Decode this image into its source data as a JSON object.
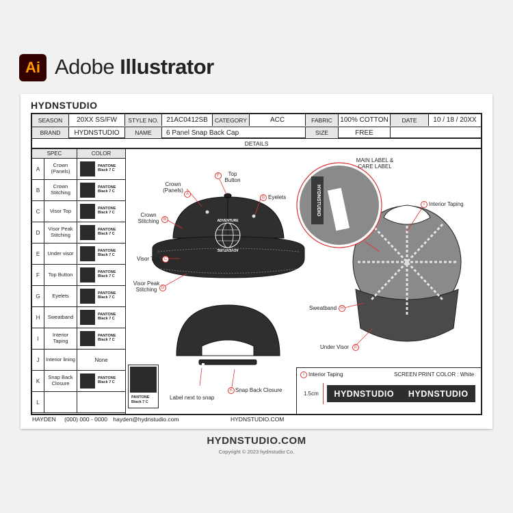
{
  "app": {
    "logo": "Ai",
    "name_light": "Adobe ",
    "name_bold": "Illustrator"
  },
  "sheet": {
    "brand": "HYDNSTUDIO",
    "header": {
      "season_label": "SEASON",
      "season": "20XX SS/FW",
      "style_label": "STYLE NO.",
      "style": "21AC0412SB",
      "category_label": "CATEGORY",
      "category": "ACC",
      "fabric_label": "FABRIC",
      "fabric": "100% COTTON",
      "date_label": "DATE",
      "date": "10 / 18 / 20XX",
      "brand_label": "BRAND",
      "brand": "HYDNSTUDIO",
      "name_label": "NAME",
      "name": "6 Panel Snap Back Cap",
      "size_label": "SIZE",
      "size": "FREE"
    },
    "details_label": "DETAILS",
    "spec_header": "SPEC",
    "color_header": "COLOR",
    "specs": [
      {
        "letter": "A",
        "name": "Crown (Panels)",
        "pantone": "PANTONE",
        "color": "Black 7 C"
      },
      {
        "letter": "B",
        "name": "Crown Stitching",
        "pantone": "PANTONE",
        "color": "Black 7 C"
      },
      {
        "letter": "C",
        "name": "Visor Top",
        "pantone": "PANTONE",
        "color": "Black 7 C"
      },
      {
        "letter": "D",
        "name": "Visor Peak Stitching",
        "pantone": "PANTONE",
        "color": "Black 7 C"
      },
      {
        "letter": "E",
        "name": "Under visor",
        "pantone": "PANTONE",
        "color": "Black 7 C"
      },
      {
        "letter": "F",
        "name": "Top Button",
        "pantone": "PANTONE",
        "color": "Black 7 C"
      },
      {
        "letter": "G",
        "name": "Eyelets",
        "pantone": "PANTONE",
        "color": "Black 7 C"
      },
      {
        "letter": "H",
        "name": "Sweatband",
        "pantone": "PANTONE",
        "color": "Black 7 C"
      },
      {
        "letter": "I",
        "name": "Interior Taping",
        "pantone": "PANTONE",
        "color": "Black 7 C"
      },
      {
        "letter": "J",
        "name": "Interior lining",
        "none": "None"
      },
      {
        "letter": "K",
        "name": "Snap Back Closure",
        "pantone": "PANTONE",
        "color": "Black 7 C"
      },
      {
        "letter": "L",
        "name": ""
      }
    ],
    "big_swatch": {
      "pantone": "PANTONE",
      "color": "Black 7 C"
    },
    "callouts": {
      "crown": "Crown (Panels)",
      "top_button": "Top Button",
      "eyelets": "Eyelets",
      "crown_stitching": "Crown Stitching",
      "visor_top": "Visor Top",
      "visor_peak": "Visor Peak Stitching",
      "label_snap": "Label next to snap",
      "snap_closure": "Snap Back Closure",
      "main_label": "MAIN LABEL & CARE LABEL",
      "interior_taping": "Interior Taping",
      "sweatband": "Sweatband",
      "under_visor": "Under Visor"
    },
    "letters": {
      "A": "A",
      "B": "B",
      "C": "C",
      "D": "D",
      "E": "E",
      "F": "F",
      "G": "G",
      "H": "H",
      "I": "I",
      "K": "K"
    },
    "cap_print": {
      "front_top": "ADVENTURE",
      "front_bottom": "ADVENTURE",
      "back": "ADVENTURE",
      "label": "HYDNSTUDIO"
    },
    "tape": {
      "title": "Interior Taping",
      "print": "SCREEN PRINT COLOR : White",
      "width": "1.5cm",
      "text1": "HYDNSTUDIO",
      "text2": "HYDNSTUDIO"
    },
    "footer": {
      "name": "HAYDEN",
      "phone": "(000) 000 - 0000",
      "email": "hayden@hydnstudio.com",
      "site": "HYDNSTUDIO.COM"
    }
  },
  "site": "HYDNSTUDIO.COM",
  "copyright": "Copyright © 2023 hydnstudio Co."
}
